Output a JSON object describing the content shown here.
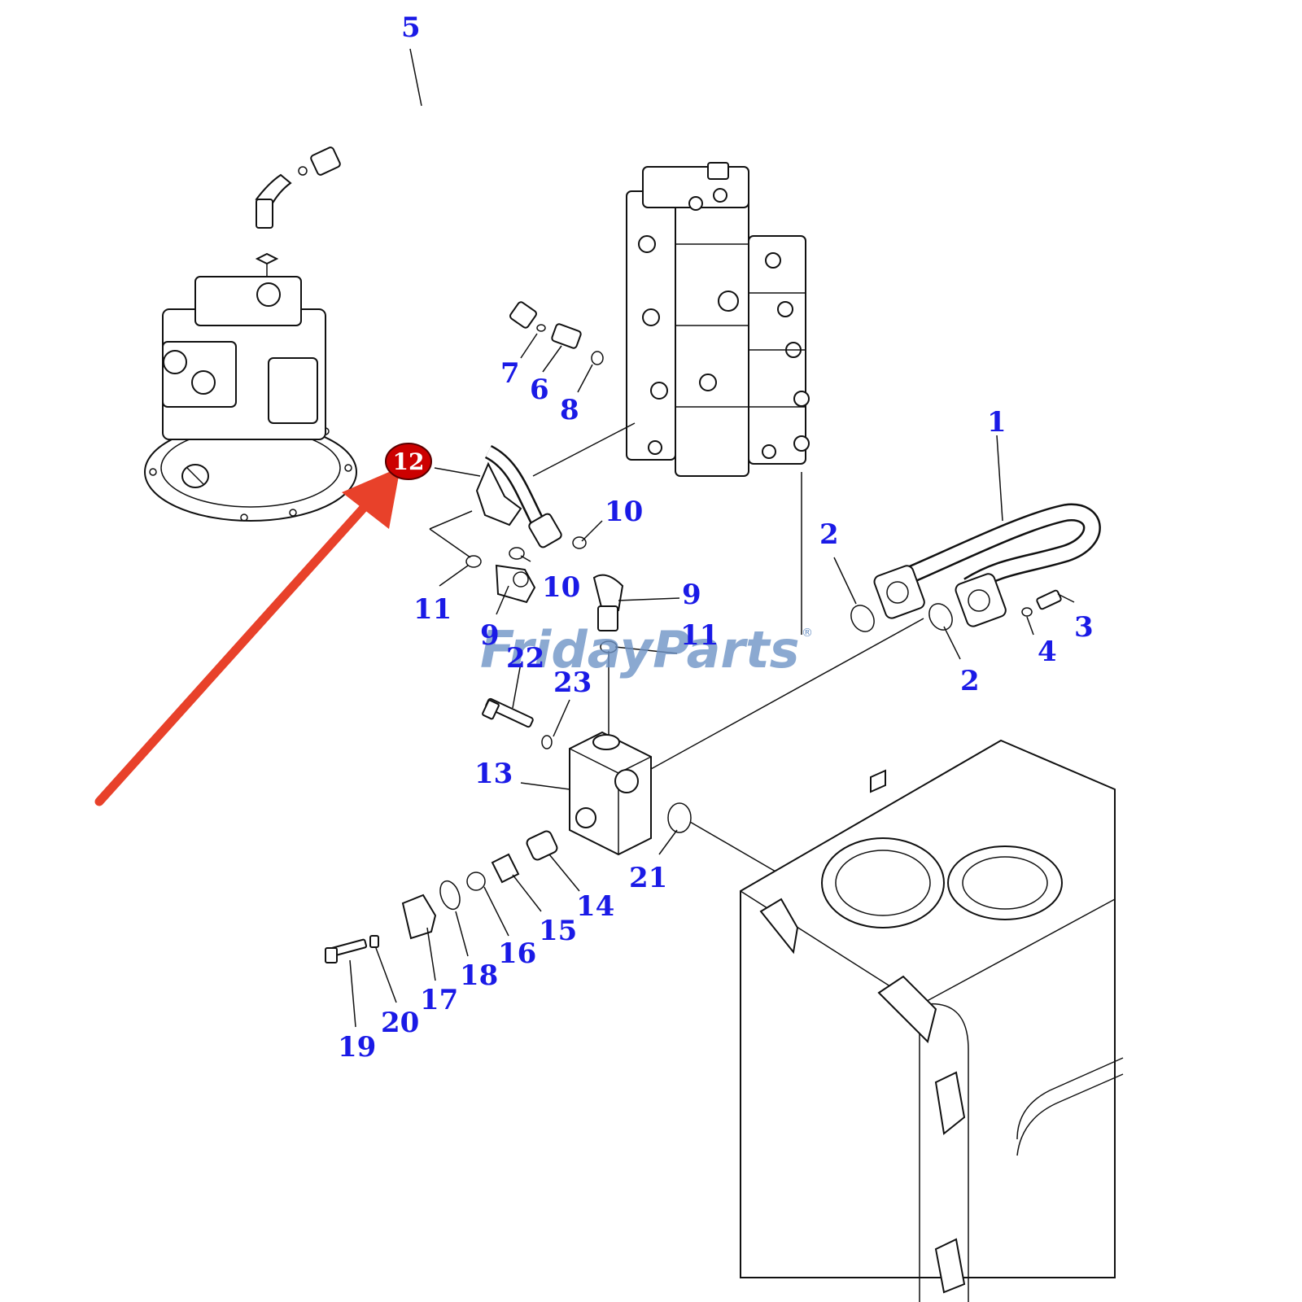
{
  "watermark": {
    "text": "FridayParts",
    "mark": "®"
  },
  "highlight": {
    "label": "12",
    "color": "#cc0000",
    "arrow_color": "#e8412a"
  },
  "label_color": "#1a1ae6",
  "labels": {
    "l1": "1",
    "l2a": "2",
    "l2b": "2",
    "l3": "3",
    "l4": "4",
    "l5": "5",
    "l6": "6",
    "l7": "7",
    "l8": "8",
    "l9a": "9",
    "l9b": "9",
    "l10a": "10",
    "l10b": "10",
    "l11a": "11",
    "l11b": "11",
    "l13": "13",
    "l14": "14",
    "l15": "15",
    "l16": "16",
    "l17": "17",
    "l18": "18",
    "l19": "19",
    "l20": "20",
    "l21": "21",
    "l22": "22",
    "l23": "23"
  }
}
